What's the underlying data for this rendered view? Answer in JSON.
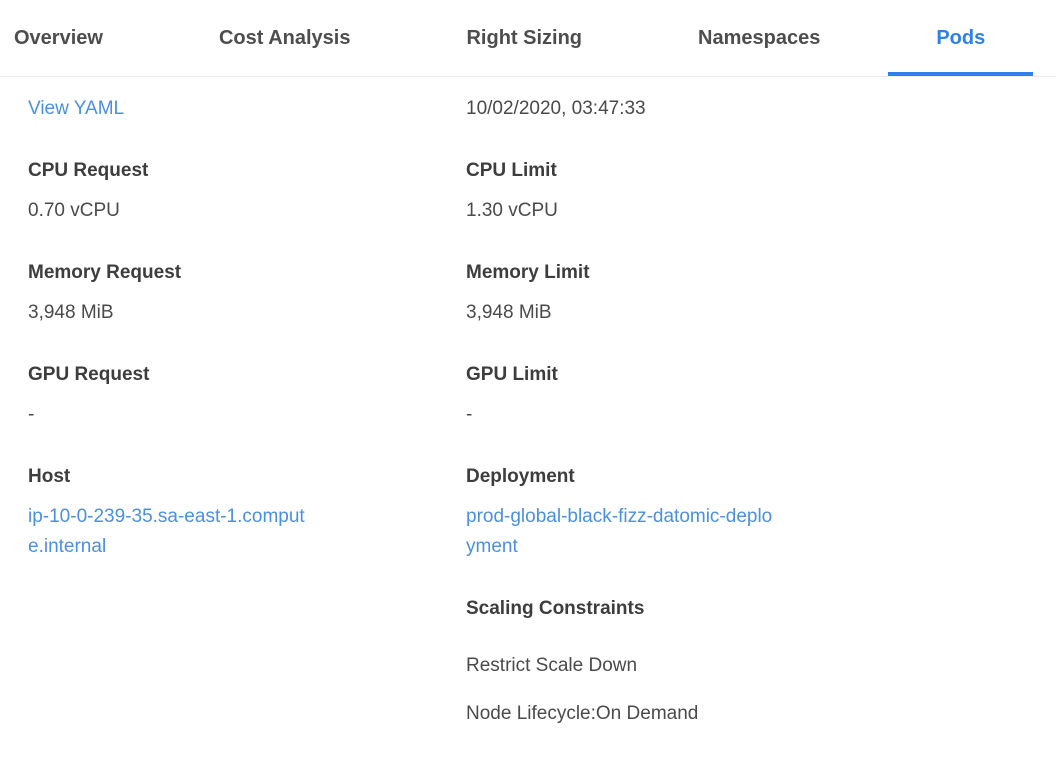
{
  "tabs": [
    {
      "label": "Overview",
      "active": false
    },
    {
      "label": "Cost Analysis",
      "active": false
    },
    {
      "label": "Right Sizing",
      "active": false
    },
    {
      "label": "Namespaces",
      "active": false
    },
    {
      "label": "Pods",
      "active": true
    }
  ],
  "panel": {
    "view_yaml_link": "View YAML",
    "timestamp": "10/02/2020, 03:47:33",
    "left_fields": [
      {
        "label": "CPU Request",
        "value": "0.70 vCPU"
      },
      {
        "label": "Memory Request",
        "value": "3,948 MiB"
      },
      {
        "label": "GPU Request",
        "value": "-"
      },
      {
        "label": "Host",
        "value": "ip-10-0-239-35.sa-east-1.compute.internal"
      }
    ],
    "right_fields": [
      {
        "label": "CPU Limit",
        "value": "1.30 vCPU"
      },
      {
        "label": "Memory Limit",
        "value": "3,948 MiB"
      },
      {
        "label": "GPU Limit",
        "value": "-"
      },
      {
        "label": "Deployment",
        "value": "prod-global-black-fizz-datomic-deployment"
      }
    ],
    "scaling_constraints": {
      "label": "Scaling Constraints",
      "items": [
        "Restrict Scale Down",
        "Node Lifecycle:On Demand"
      ]
    }
  },
  "colors": {
    "active_tab_blue": "#2f80ed",
    "link_blue": "#4a90e2"
  }
}
